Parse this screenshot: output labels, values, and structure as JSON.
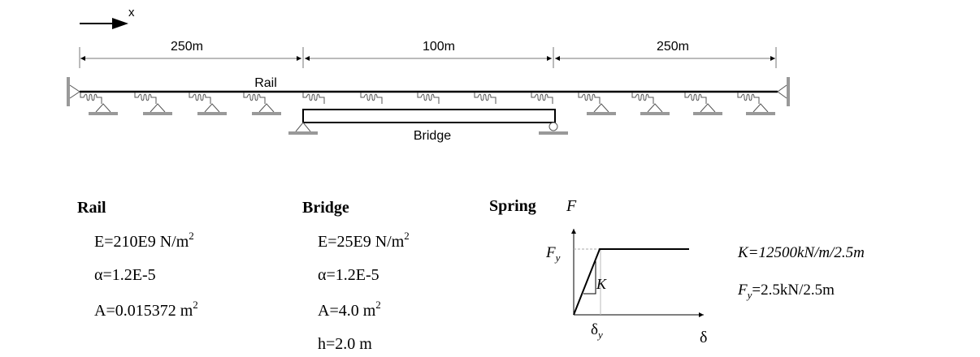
{
  "model": {
    "axis_label": "x",
    "spans": [
      "250m",
      "100m",
      "250m"
    ],
    "rail_label": "Rail",
    "bridge_label": "Bridge"
  },
  "rail": {
    "title": "Rail",
    "E": "E=210E9 N/m",
    "E_exp": "2",
    "alpha": "α=1.2E-5",
    "A": "A=0.015372 m",
    "A_exp": "2"
  },
  "bridge": {
    "title": "Bridge",
    "E": "E=25E9 N/m",
    "E_exp": "2",
    "alpha": "α=1.2E-5",
    "A": "A=4.0 m",
    "A_exp": "2",
    "h": "h=2.0 m"
  },
  "spring": {
    "title": "Spring",
    "F_axis": "F",
    "Fy": "F",
    "Fy_sub": "y",
    "K": "K",
    "dy": "δ",
    "dy_sub": "y",
    "delta_axis": "δ",
    "K_value": "K=12500kN/m/2.5m",
    "Fy_value_main": "F",
    "Fy_value_sub": "y",
    "Fy_value_rest": "=2.5kN/2.5m"
  }
}
